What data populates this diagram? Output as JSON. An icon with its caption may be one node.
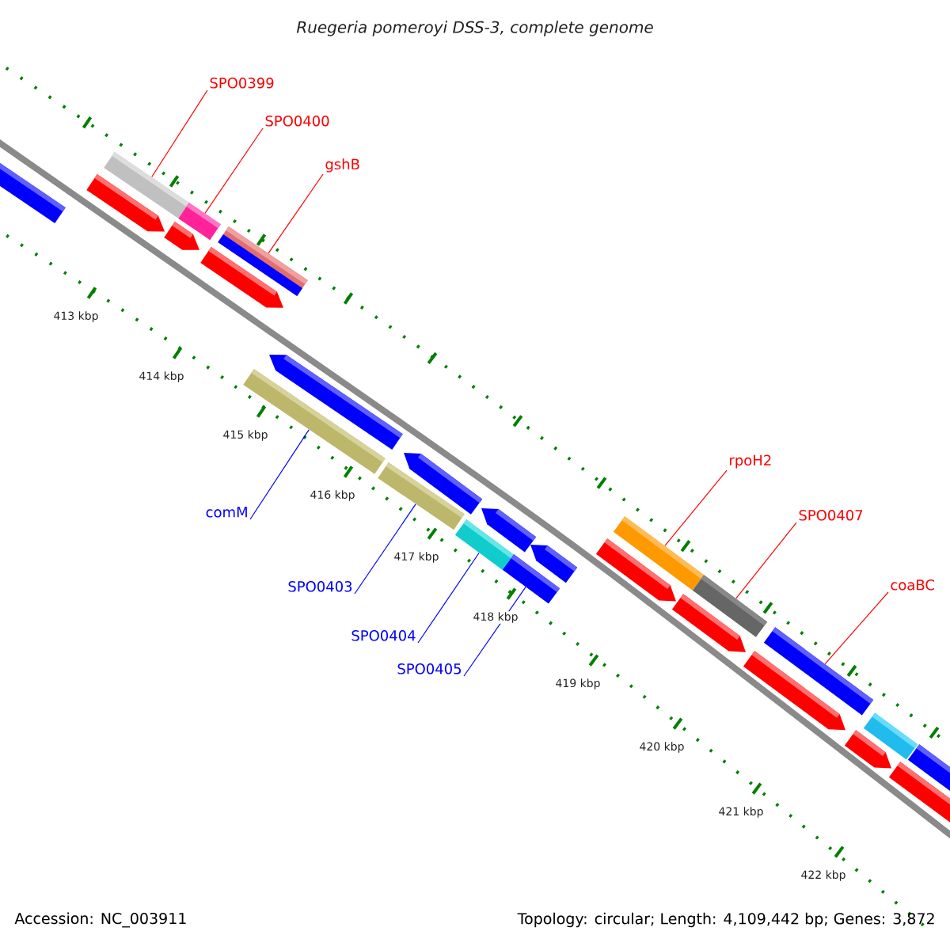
{
  "diagram": {
    "title": "Ruegeria pomeroyi DSS-3, complete genome",
    "nodes": [
      {
        "text": [
          "SPO0399"
        ]
      },
      {
        "text": [
          "SPO0400"
        ]
      },
      {
        "text": [
          "gshB"
        ]
      },
      {
        "text": [
          "comM"
        ]
      },
      {
        "text": [
          "SPO0403"
        ]
      },
      {
        "text": [
          "SPO0404"
        ]
      },
      {
        "text": [
          "SPO0405"
        ]
      },
      {
        "text": [
          "rpoH2"
        ]
      },
      {
        "text": [
          "SPO0407"
        ]
      },
      {
        "text": [
          "coaBC"
        ]
      },
      {
        "text": [],
        "shape": "bar"
      },
      {
        "text": [],
        "shape": "bar"
      },
      {
        "text": [],
        "shape": "bar"
      },
      {
        "text": [],
        "shape": "bar"
      },
      {
        "text": [],
        "shape": "bar"
      },
      {
        "text": [],
        "shape": "bar"
      },
      {
        "text": [],
        "shape": "bar"
      },
      {
        "text": [],
        "shape": "bar"
      },
      {
        "text": [],
        "shape": "bar"
      },
      {
        "text": [],
        "shape": "bar"
      }
    ],
    "edges": [
      {
        "from": 0,
        "to": 10,
        "arrow": "none"
      },
      {
        "from": 1,
        "to": 11,
        "arrow": "none"
      },
      {
        "from": 2,
        "to": 12,
        "arrow": "none"
      },
      {
        "from": 3,
        "to": 13,
        "arrow": "none",
        "color": "#0000ff"
      },
      {
        "from": 4,
        "to": 14,
        "arrow": "none",
        "color": "#0000ff"
      },
      {
        "from": 5,
        "to": 15,
        "arrow": "none",
        "color": "#0000ff"
      },
      {
        "from": 6,
        "to": 16,
        "arrow": "none",
        "color": "#0000ff"
      },
      {
        "from": 7,
        "to": 17,
        "arrow": "none"
      },
      {
        "from": 8,
        "to": 18,
        "arrow": "none"
      },
      {
        "from": 9,
        "to": 19,
        "arrow": "none"
      }
    ],
    "labels": [
      "413 kbp",
      "414 kbp",
      "415 kbp",
      "416 kbp",
      "417 kbp",
      "418 kbp",
      "419 kbp",
      "420 kbp",
      "421 kbp",
      "422 kbp",
      "Accession: NC_003911",
      "Topology: circular; Length: 4,109,442 bp; Genes: 3,872"
    ]
  }
}
